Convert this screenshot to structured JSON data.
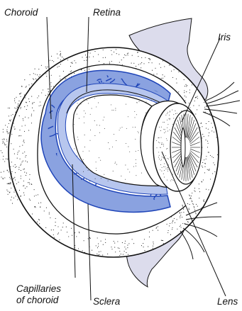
{
  "labels": {
    "choroid": "Choroid",
    "retina": "Retina",
    "iris": "Iris",
    "lens": "Lens",
    "capillaries": [
      "Capillaries",
      "of choroid"
    ],
    "sclera": "Sclera"
  },
  "colors": {
    "capillary_blue": "#1e44b8",
    "choroid_fill": "#8aa2e0",
    "lid_tint": "#dcdcec",
    "stroke": "#111111"
  }
}
